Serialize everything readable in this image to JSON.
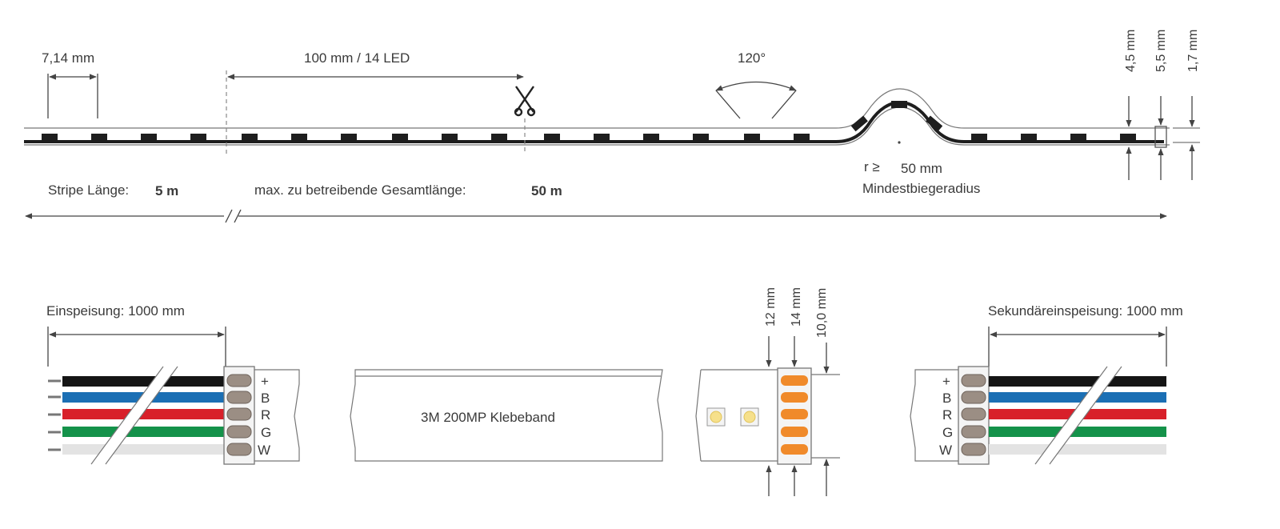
{
  "top": {
    "led_pitch": "7,14 mm",
    "segment": "100 mm / 14 LED",
    "beam_angle": "120°",
    "height_1": "4,5 mm",
    "height_2": "5,5 mm",
    "height_3": "1,7 mm",
    "stripe_length_label": "Stripe Länge:",
    "stripe_length_value": "5 m",
    "max_length_label": "max. zu betreibende Gesamtlänge:",
    "max_length_value": "50 m",
    "radius_symbol": "r ≥",
    "radius_value": "50 mm",
    "radius_label": "Mindestbiegeradius"
  },
  "bottom": {
    "feed_label": "Einspeisung: 1000 mm",
    "secondary_feed_label": "Sekundäreinspeisung: 1000 mm",
    "tape_label": "3M 200MP Klebeband",
    "width_1": "12 mm",
    "width_2": "14 mm",
    "width_3": "10,0 mm",
    "pins": [
      "+",
      "B",
      "R",
      "G",
      "W"
    ],
    "wire_colors": [
      "#151515",
      "#1b6fb4",
      "#d8202a",
      "#14924a",
      "#e3e3e3"
    ]
  }
}
